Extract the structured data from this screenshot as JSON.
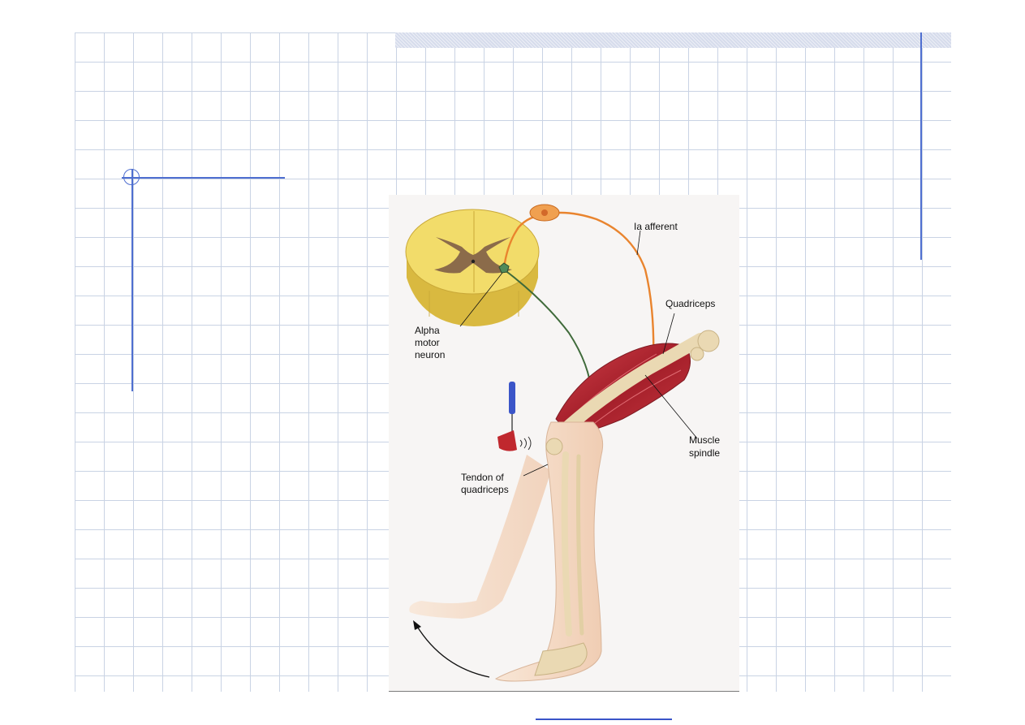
{
  "diagram": {
    "labels": {
      "ia_afferent": "Ia afferent",
      "quadriceps": "Quadriceps",
      "alpha_motor_neuron": [
        "Alpha",
        "motor",
        "neuron"
      ],
      "muscle_spindle": [
        "Muscle",
        "spindle"
      ],
      "tendon_of_quadriceps": [
        "Tendon of",
        "quadriceps"
      ]
    },
    "colors": {
      "spinal_cord": "#f2dc6a",
      "gray_matter": "#8b6b4a",
      "afferent_fiber": "#e9842e",
      "motor_fiber": "#3f6a3a",
      "muscle": "#b3242e",
      "bone": "#ead9b3",
      "skin": "#f6dcc6",
      "hammer": "#3b55c8"
    }
  },
  "slide": {
    "accent_color": "#4f6fd0",
    "grid_color": "#c9d3e4"
  }
}
